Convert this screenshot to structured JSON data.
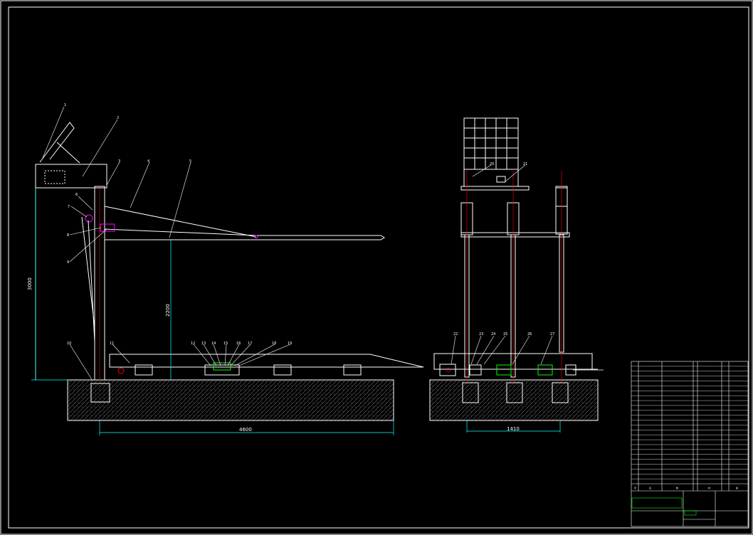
{
  "drawing": {
    "dimensions": {
      "left_height": "3000",
      "beam_height": "2200",
      "base_length": "4600",
      "base_width": "1410"
    },
    "colors": {
      "background": "#000000",
      "line": "#ffffff",
      "dimension": "#00ffff",
      "centerline": "#ff0000",
      "highlight": "#ff00ff",
      "accent": "#00ff00"
    },
    "callouts_side": [
      "1",
      "2",
      "3",
      "4",
      "5",
      "6",
      "7",
      "8",
      "9",
      "10",
      "11",
      "12",
      "13",
      "14",
      "15",
      "16",
      "17",
      "18",
      "19"
    ],
    "callouts_front": [
      "20",
      "21",
      "22",
      "23",
      "24",
      "25",
      "26",
      "27"
    ],
    "title_block": {
      "headers": [
        "序",
        "名",
        "数",
        "材",
        "备"
      ],
      "rows": 25
    }
  }
}
